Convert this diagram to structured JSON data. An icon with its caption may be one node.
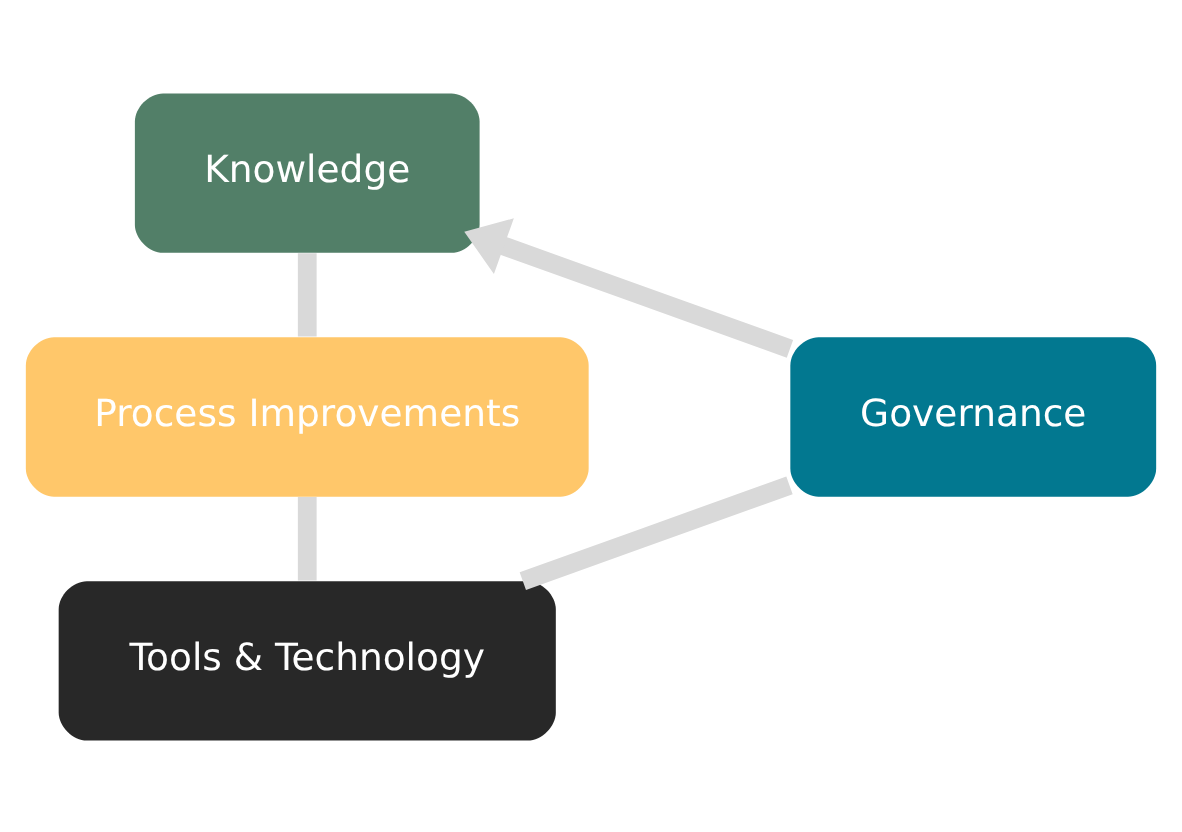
{
  "diagram": {
    "nodes": [
      {
        "text": [
          "Knowledge"
        ]
      },
      {
        "text": [
          "Governance"
        ]
      },
      {
        "text": [
          "Process Improvements"
        ]
      },
      {
        "text": [
          "Tools & Technology"
        ]
      }
    ],
    "edges": [
      {
        "from": 0,
        "to": 2,
        "arrow": "none"
      },
      {
        "from": 2,
        "to": 3,
        "arrow": "none"
      },
      {
        "from": 3,
        "to": 1,
        "arrow": "none"
      },
      {
        "from": 1,
        "to": 0,
        "arrow": "to"
      }
    ]
  }
}
